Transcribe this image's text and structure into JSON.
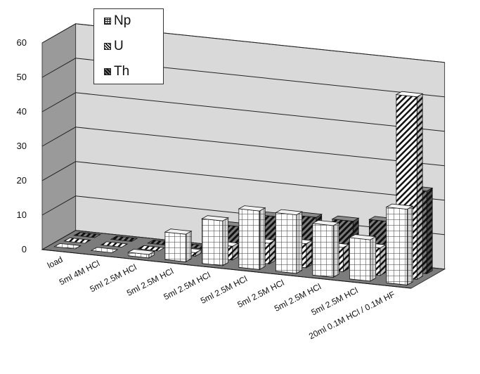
{
  "chart_data": {
    "type": "bar",
    "subtype": "3d-clustered-column",
    "title": "",
    "xlabel": "",
    "ylabel": "",
    "ylim": [
      0,
      60
    ],
    "yticks": [
      "0",
      "10",
      "20",
      "30",
      "40",
      "50",
      "60"
    ],
    "grid": true,
    "legend_position": "top-left",
    "categories": [
      "load",
      "5ml 4M HCl",
      "5ml 2.5M HCl",
      "5ml 2.5M HCl",
      "5ml 2.5M HCl",
      "5ml 2.5M HCl",
      "5ml 2.5M HCl",
      "5ml 2.5M HCl",
      "5ml 2.5M HCl",
      "20ml 0.1M HCl / 0.1M HF"
    ],
    "series": [
      {
        "name": "Np",
        "pattern": "grid",
        "values": [
          0,
          0,
          1,
          8,
          13,
          17,
          17,
          15,
          12,
          22
        ]
      },
      {
        "name": "U",
        "pattern": "hatch",
        "values": [
          0,
          0,
          0,
          1,
          4,
          6,
          7,
          7,
          8,
          53
        ]
      },
      {
        "name": "Th",
        "pattern": "dark-hatch",
        "values": [
          0,
          0,
          0,
          0,
          8,
          12,
          13,
          13,
          14,
          24
        ]
      }
    ],
    "colors": {
      "wall": "#d9d9d9",
      "side_wall": "#9a9a9a",
      "floor": "#7c7c7c",
      "ink": "#111111"
    }
  }
}
